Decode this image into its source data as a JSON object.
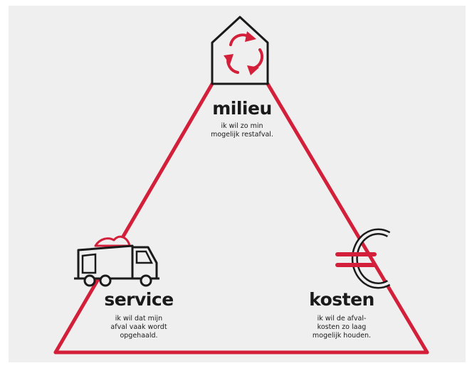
{
  "colors": {
    "accent": "#d41f3a",
    "ink": "#1a1a1a",
    "panel": "#efefef",
    "background": "#ffffff"
  },
  "nodes": {
    "milieu": {
      "title": "milieu",
      "description": "ik wil zo min\nmogelijk restafval.",
      "icon": "house-recycle-icon"
    },
    "service": {
      "title": "service",
      "description": "ik wil dat mijn\nafval vaak wordt\nopgehaald.",
      "icon": "garbage-truck-icon"
    },
    "kosten": {
      "title": "kosten",
      "description": "ik wil de afval-\nkosten zo laag\nmogelijk houden.",
      "icon": "euro-icon"
    }
  }
}
